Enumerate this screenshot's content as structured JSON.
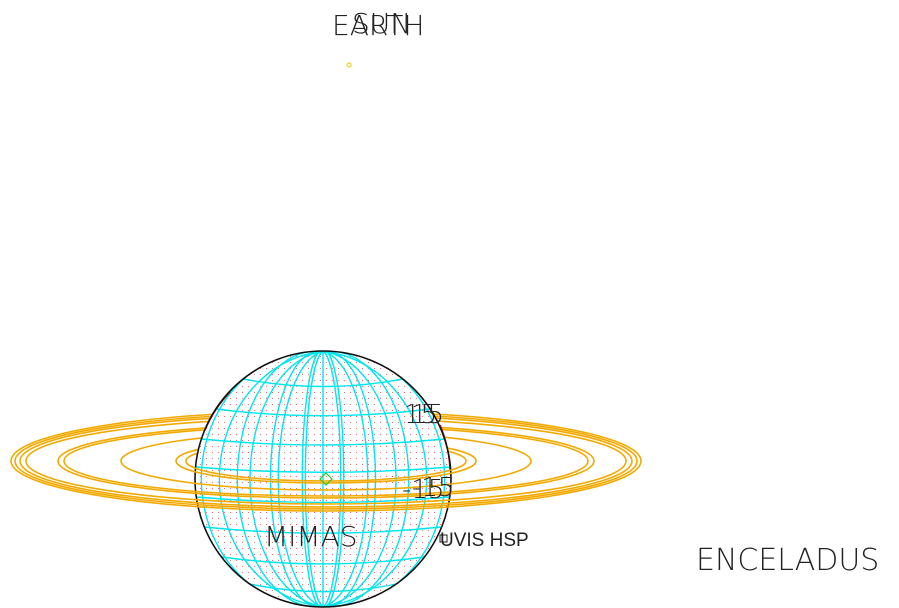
{
  "labels": {
    "earth": "EARTH",
    "sun": "SUN",
    "mimas": "MIMAS",
    "enceladus": "ENCELADUS",
    "instrument": "UVIS HSP",
    "lat_north": "15",
    "lat_south": "-15"
  },
  "colors": {
    "background": "#ffffff",
    "rings": "#f2a900",
    "grid": "#00e5ee",
    "limb": "#111111",
    "surface_dots": "#e05050",
    "terminator": "#c00000",
    "target_marker": "#22cc22",
    "sun_marker": "#e8c800",
    "text": "#222222"
  },
  "icons": {
    "target": "diamond-marker",
    "sun": "small-circle-marker"
  }
}
